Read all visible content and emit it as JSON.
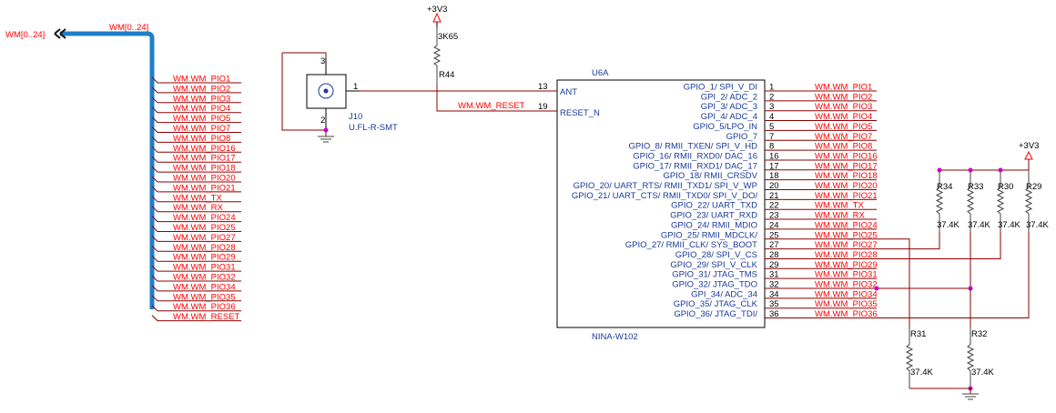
{
  "bus": {
    "label_left": "WM[0..24]",
    "label_top": "WM[0..24]"
  },
  "bus_nets": [
    "WM.WM_PIO1",
    "WM.WM_PIO2",
    "WM.WM_PIO3",
    "WM.WM_PIO4",
    "WM.WM_PIO5",
    "WM.WM_PIO7",
    "WM.WM_PIO8",
    "WM.WM_PIO16",
    "WM.WM_PIO17",
    "WM.WM_PIO18",
    "WM.WM_PIO20",
    "WM.WM_PIO21",
    "WM.WM_TX",
    "WM.WM_RX",
    "WM.WM_PIO24",
    "WM.WM_PIO25",
    "WM.WM_PIO27",
    "WM.WM_PIO28",
    "WM.WM_PIO29",
    "WM.WM_PIO31",
    "WM.WM_PIO32",
    "WM.WM_PIO34",
    "WM.WM_PIO35",
    "WM.WM_PIO36",
    "WM.WM_RESET"
  ],
  "power": {
    "label": "+3V3"
  },
  "r44": {
    "ref": "R44",
    "value": "3K65"
  },
  "j10": {
    "ref": "J10",
    "part": "U.FL-R-SMT",
    "pin1": "1",
    "pin2": "2",
    "pin3": "3"
  },
  "reset_net": "WM.WM_RESET",
  "u6a": {
    "ref": "U6A",
    "part": "NINA-W102",
    "left_pins": [
      {
        "num": "13",
        "name": "ANT"
      },
      {
        "num": "19",
        "name": "RESET_N"
      }
    ],
    "right_pins": [
      {
        "num": "1",
        "name": "GPIO_1/ SPI_V_DI",
        "net": "WM.WM_PIO1"
      },
      {
        "num": "2",
        "name": "GPI_2/ ADC_2",
        "net": "WM.WM_PIO2"
      },
      {
        "num": "3",
        "name": "GPI_3/ ADC_3",
        "net": "WM.WM_PIO3"
      },
      {
        "num": "4",
        "name": "GPI_4/ ADC_4",
        "net": "WM.WM_PIO4"
      },
      {
        "num": "5",
        "name": "GPIO_5/LPO_IN",
        "net": "WM.WM_PIO5"
      },
      {
        "num": "7",
        "name": "GPIO_7",
        "net": "WM.WM_PIO7"
      },
      {
        "num": "8",
        "name": "GPIO_8/ RMII_TXEN/ SPI_V_HD",
        "net": "WM.WM_PIO8"
      },
      {
        "num": "16",
        "name": "GPIO_16/ RMII_RXD0/ DAC_16",
        "net": "WM.WM_PIO16"
      },
      {
        "num": "17",
        "name": "GPIO_17/ RMII_RXD1/ DAC_17",
        "net": "WM.WM_PIO17"
      },
      {
        "num": "18",
        "name": "GPIO_18/ RMII_CRSDV",
        "net": "WM.WM_PIO18"
      },
      {
        "num": "20",
        "name": "GPIO_20/ UART_RTS/ RMII_TXD1/ SPI_V_WP",
        "net": "WM.WM_PIO20"
      },
      {
        "num": "21",
        "name": "GPIO_21/ UART_CTS/ RMII_TXD0/ SPI_V_DO/",
        "net": "WM.WM_PIO21"
      },
      {
        "num": "22",
        "name": "GPIO_22/ UART_TXD",
        "net": "WM.WM_TX"
      },
      {
        "num": "23",
        "name": "GPIO_23/ UART_RXD",
        "net": "WM.WM_RX"
      },
      {
        "num": "24",
        "name": "GPIO_24/ RMII_MDIO",
        "net": "WM.WM_PIO24"
      },
      {
        "num": "25",
        "name": "GPIO_25/ RMII_MDCLK/",
        "net": "WM.WM_PIO25"
      },
      {
        "num": "27",
        "name": "GPIO_27/ RMII_CLK/ SYS_BOOT",
        "net": "WM.WM_PIO27"
      },
      {
        "num": "28",
        "name": "GPIO_28/ SPI_V_CS",
        "net": "WM.WM_PIO28"
      },
      {
        "num": "29",
        "name": "GPIO_29/ SPI_V_CLK",
        "net": "WM.WM_PIO29"
      },
      {
        "num": "31",
        "name": "GPIO_31/ JTAG_TMS",
        "net": "WM.WM_PIO31"
      },
      {
        "num": "32",
        "name": "GPIO_32/ JTAG_TDO",
        "net": "WM.WM_PIO32"
      },
      {
        "num": "34",
        "name": "GPI_34/ ADC_34",
        "net": "WM.WM_PIO34"
      },
      {
        "num": "35",
        "name": "GPIO_35/ JTAG_CLK",
        "net": "WM.WM_PIO35"
      },
      {
        "num": "36",
        "name": "GPIO_36/ JTAG_TDI/",
        "net": "WM.WM_PIO36"
      }
    ]
  },
  "pullups": [
    {
      "ref": "R34",
      "value": "37.4K"
    },
    {
      "ref": "R33",
      "value": "37.4K"
    },
    {
      "ref": "R30",
      "value": "37.4K"
    },
    {
      "ref": "R29",
      "value": "37.4K"
    }
  ],
  "pulldowns": [
    {
      "ref": "R31",
      "value": "37.4K"
    },
    {
      "ref": "R32",
      "value": "37.4K"
    }
  ]
}
